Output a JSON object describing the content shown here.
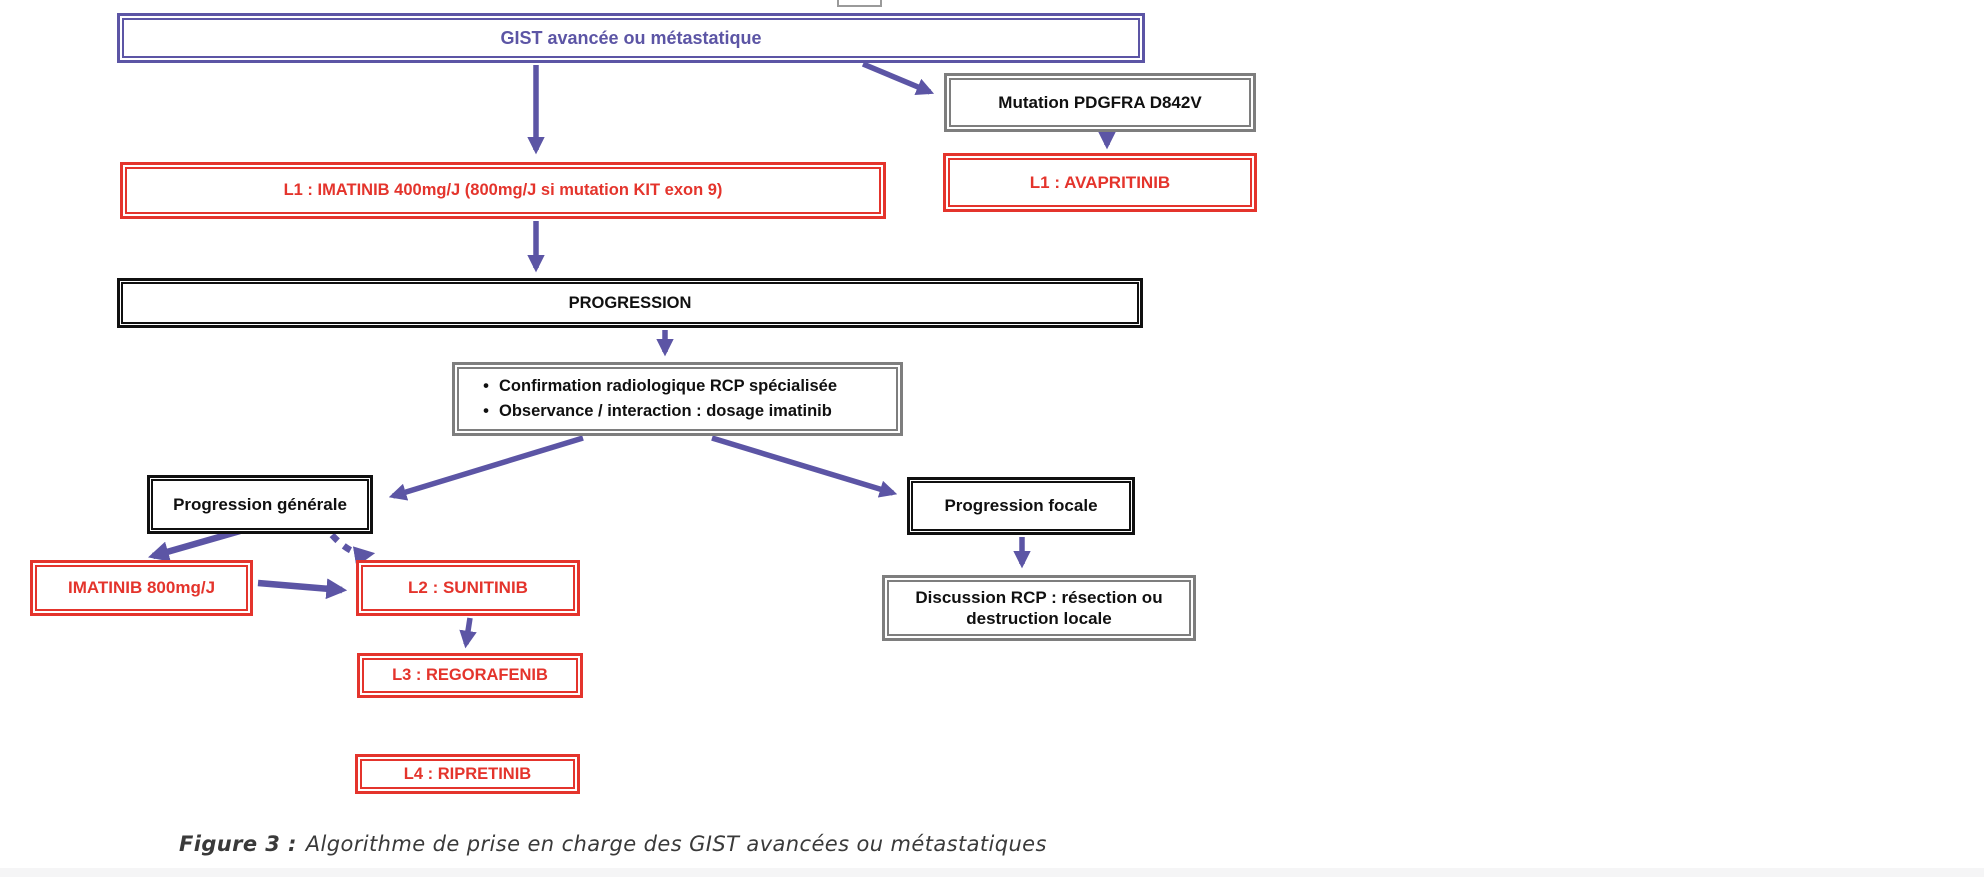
{
  "diagram": {
    "title_node": {
      "label": "GIST avancée ou métastatique"
    },
    "nodes": {
      "mutation": {
        "label": "Mutation PDGFRA D842V"
      },
      "l1_imatinib": {
        "label": "L1 : IMATINIB 400mg/J (800mg/J si mutation KIT exon 9)"
      },
      "l1_avapritinib": {
        "label": "L1 : AVAPRITINIB"
      },
      "progression": {
        "label": "PROGRESSION"
      },
      "checklist": {
        "items": [
          "Confirmation radiologique RCP spécialisée",
          "Observance / interaction : dosage imatinib"
        ]
      },
      "prog_generale": {
        "label": "Progression générale"
      },
      "prog_focale": {
        "label": "Progression focale"
      },
      "imatinib_800": {
        "label": "IMATINIB 800mg/J"
      },
      "l2_sunitinib": {
        "label": "L2 : SUNITINIB"
      },
      "l3_regorafenib": {
        "label": "L3 : REGORAFENIB"
      },
      "l4_ripretinib": {
        "label": "L4 : RIPRETINIB"
      },
      "discussion": {
        "label": "Discussion RCP : résection ou destruction locale"
      }
    },
    "caption": {
      "prefix": "Figure 3 :",
      "text": "Algorithme de prise en charge des GIST avancées ou métastatiques"
    },
    "colors": {
      "purple": "#5C55A5",
      "red": "#E4342C",
      "black": "#101010",
      "gray": "#7E7E7E",
      "caption_text": "#3A3A3A"
    }
  }
}
